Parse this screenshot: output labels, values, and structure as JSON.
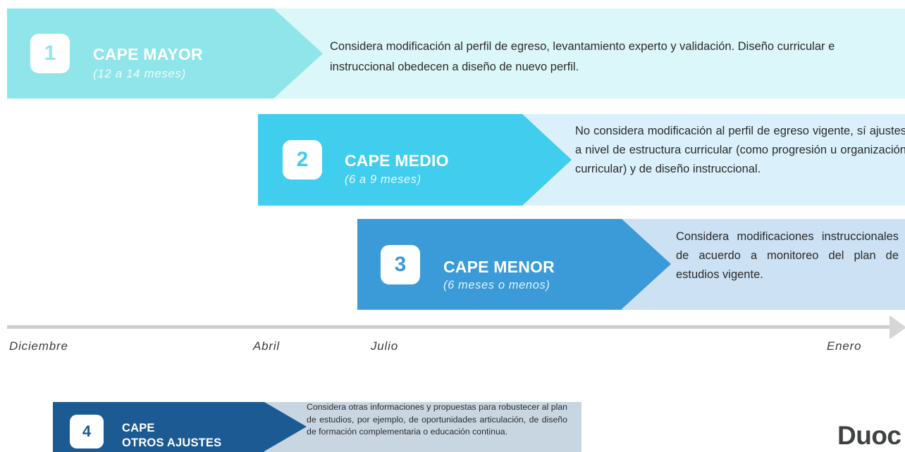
{
  "stages": [
    {
      "number": "1",
      "title": "CAPE MAYOR",
      "duration": "(12 a 14 meses)",
      "description": "Considera modificación al perfil de egreso, levantamiento experto y validación. Diseño curricular e instruccional obedecen a diseño de nuevo perfil.",
      "color": "#8fe5ea",
      "light_color": "#dcf7f9"
    },
    {
      "number": "2",
      "title": "CAPE MEDIO",
      "duration": "(6 a 9 meses)",
      "description": "No considera modificación al perfil de egreso vigente, sí ajustes a nivel de estructura curricular (como progresión u organización curricular) y de diseño instruccional.",
      "color": "#41cdee",
      "light_color": "#daf1fb"
    },
    {
      "number": "3",
      "title": "CAPE MENOR",
      "duration": "(6 meses o menos)",
      "description": "Considera modificaciones instruccionales de acuerdo a monitoreo del plan de estudios vigente.",
      "color": "#3b9ad8",
      "light_color": "#cce2f4"
    },
    {
      "number": "4",
      "title_line1": "CAPE",
      "title_line2": "OTROS AJUSTES",
      "description": "Considera otras informaciones y propuestas para robustecer al plan de estudios, por ejemplo, de oportunidades articulación, de diseño de formación complementaria o educación continua.",
      "color": "#1c5a94",
      "light_color": "#c8d6e2"
    }
  ],
  "timeline": {
    "months": [
      "Diciembre",
      "Abril",
      "Julio",
      "Enero"
    ]
  },
  "logo": {
    "text": "Duoc"
  }
}
